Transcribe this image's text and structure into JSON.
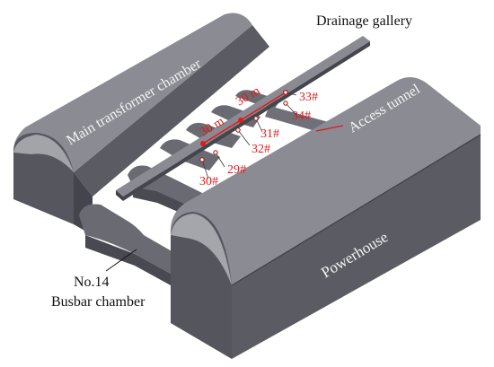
{
  "labels": {
    "drainage_gallery": "Drainage gallery",
    "main_transformer_chamber": "Main transformer chamber",
    "access_tunnel": "Access tunnel",
    "powerhouse": "Powerhouse",
    "busbar_line1": "No.14",
    "busbar_line2": "Busbar chamber"
  },
  "dimensions": [
    "30 m",
    "30 m"
  ],
  "points": [
    "33#",
    "34#",
    "31#",
    "32#",
    "29#",
    "30#"
  ],
  "colors": {
    "body": "#5d5d66",
    "top": "#8a8a92",
    "dark": "#3f3f47",
    "highlight": "#a3a3aa",
    "annotation": "#e01919"
  }
}
